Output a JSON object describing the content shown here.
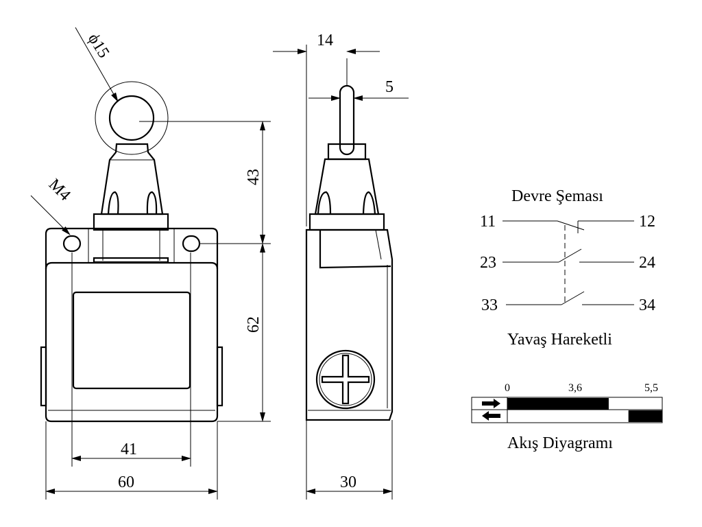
{
  "front_view": {
    "dim_diameter": "ϕ15",
    "dim_thread": "M4",
    "dim_roller_height": "43",
    "dim_body_height": "62",
    "dim_hole_spacing": "41",
    "dim_width": "60"
  },
  "side_view": {
    "dim_offset": "14",
    "dim_plunger": "5",
    "dim_depth": "30"
  },
  "circuit": {
    "title": "Devre Şeması",
    "terminals": [
      "11",
      "12",
      "23",
      "24",
      "33",
      "34"
    ],
    "subtitle": "Yavaş Hareketli"
  },
  "flow_diagram": {
    "title": "Akış Diyagramı",
    "scale_labels": [
      "0",
      "3,6",
      "5,5"
    ],
    "scale_max": 5.5,
    "rows": [
      {
        "direction": "forward",
        "icon": "arrow-right-icon",
        "closed_from": 0,
        "closed_to": 3.6
      },
      {
        "direction": "return",
        "icon": "arrow-left-icon",
        "closed_from": 4.3,
        "closed_to": 5.5
      }
    ],
    "color": "#000000"
  }
}
